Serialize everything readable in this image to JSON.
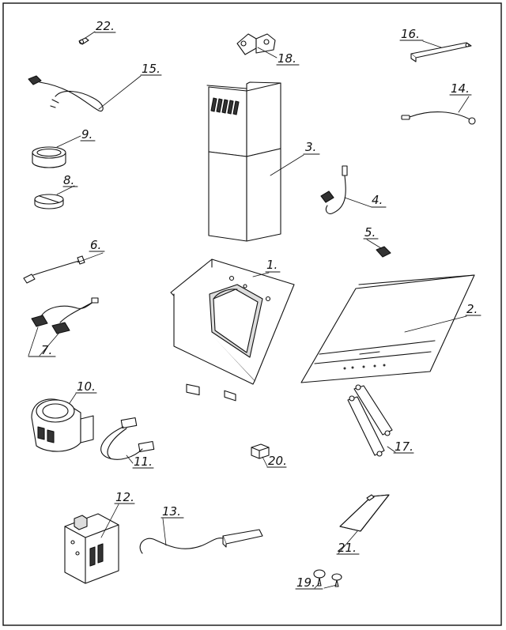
{
  "diagram": {
    "border_color": "#111111",
    "line_color": "#111111",
    "callouts": [
      {
        "id": "c1",
        "label": "1."
      },
      {
        "id": "c2",
        "label": "2."
      },
      {
        "id": "c3",
        "label": "3."
      },
      {
        "id": "c4",
        "label": "4."
      },
      {
        "id": "c5",
        "label": "5."
      },
      {
        "id": "c6",
        "label": "6."
      },
      {
        "id": "c7",
        "label": "7."
      },
      {
        "id": "c8",
        "label": "8."
      },
      {
        "id": "c9",
        "label": "9."
      },
      {
        "id": "c10",
        "label": "10."
      },
      {
        "id": "c11",
        "label": "11."
      },
      {
        "id": "c12",
        "label": "12."
      },
      {
        "id": "c13",
        "label": "13."
      },
      {
        "id": "c14",
        "label": "14."
      },
      {
        "id": "c15",
        "label": "15."
      },
      {
        "id": "c16",
        "label": "16."
      },
      {
        "id": "c17",
        "label": "17."
      },
      {
        "id": "c18",
        "label": "18."
      },
      {
        "id": "c19",
        "label": "19."
      },
      {
        "id": "c20",
        "label": "20."
      },
      {
        "id": "c21",
        "label": "21."
      },
      {
        "id": "c22",
        "label": "22."
      }
    ]
  }
}
